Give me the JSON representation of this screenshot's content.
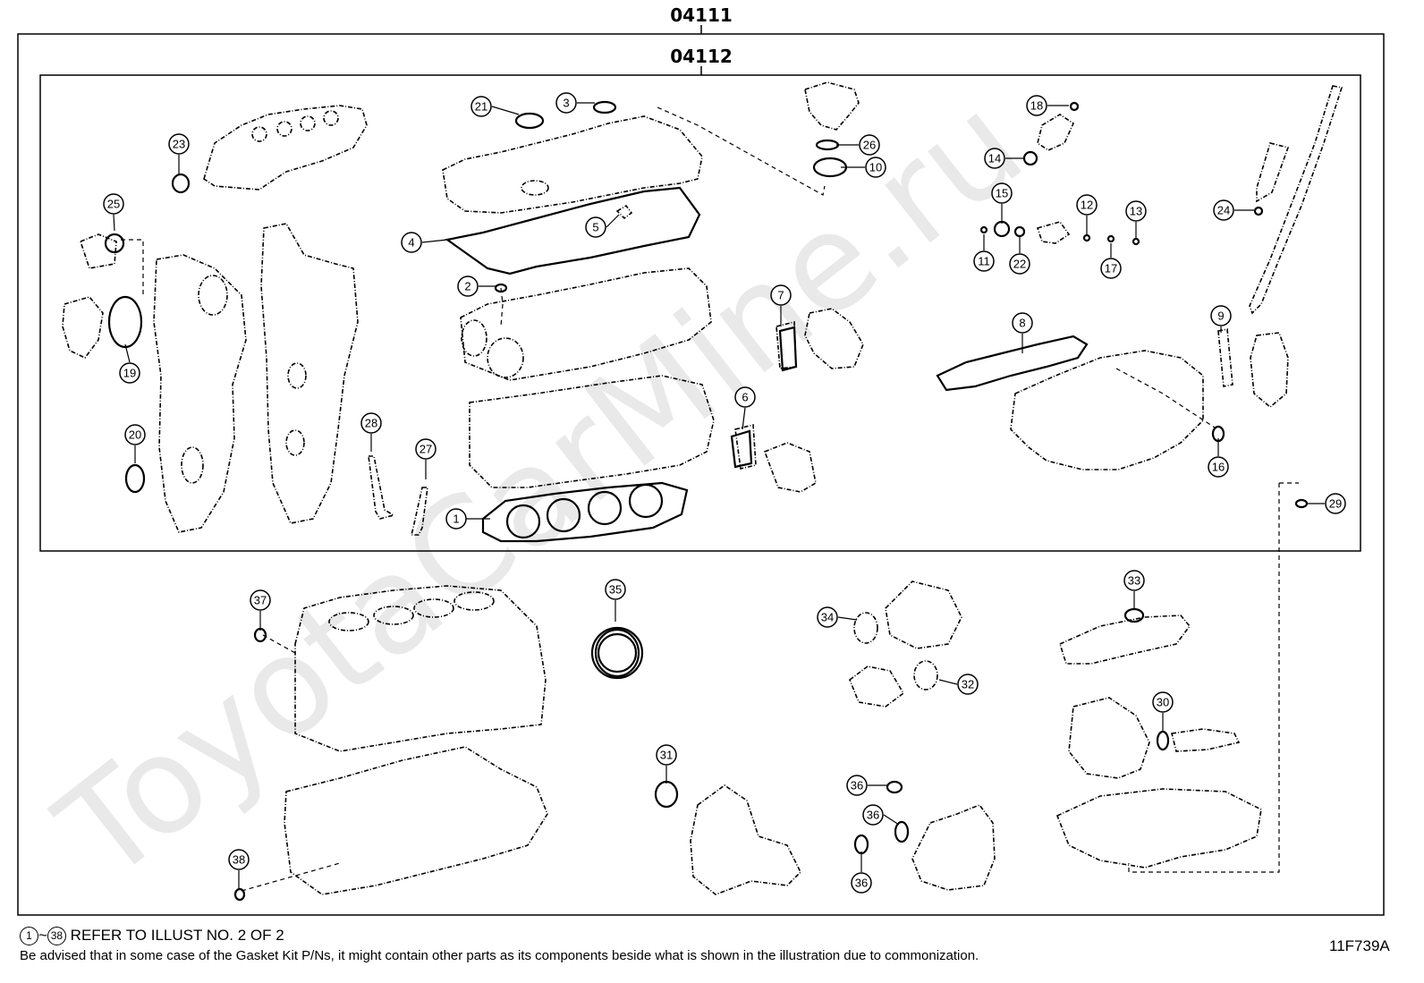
{
  "kit_outer": {
    "label": "04111"
  },
  "kit_inner": {
    "label": "04112"
  },
  "watermark": "ToyotaCarMine.ru",
  "callouts": [
    "1",
    "2",
    "3",
    "4",
    "5",
    "6",
    "7",
    "8",
    "9",
    "10",
    "11",
    "12",
    "13",
    "14",
    "15",
    "16",
    "17",
    "18",
    "19",
    "20",
    "21",
    "22",
    "23",
    "24",
    "25",
    "26",
    "27",
    "28",
    "29",
    "30",
    "31",
    "32",
    "33",
    "34",
    "35",
    "36",
    "37",
    "38"
  ],
  "footer": {
    "ref_from": "1",
    "ref_tilde": "~",
    "ref_to": "38",
    "ref_text": "REFER TO ILLUST NO. 2 OF 2",
    "note": "Be advised that in some case of the Gasket Kit P/Ns,  it might contain other parts as its components beside what is shown in the illustration due to commonization.",
    "code": "11F739A"
  }
}
